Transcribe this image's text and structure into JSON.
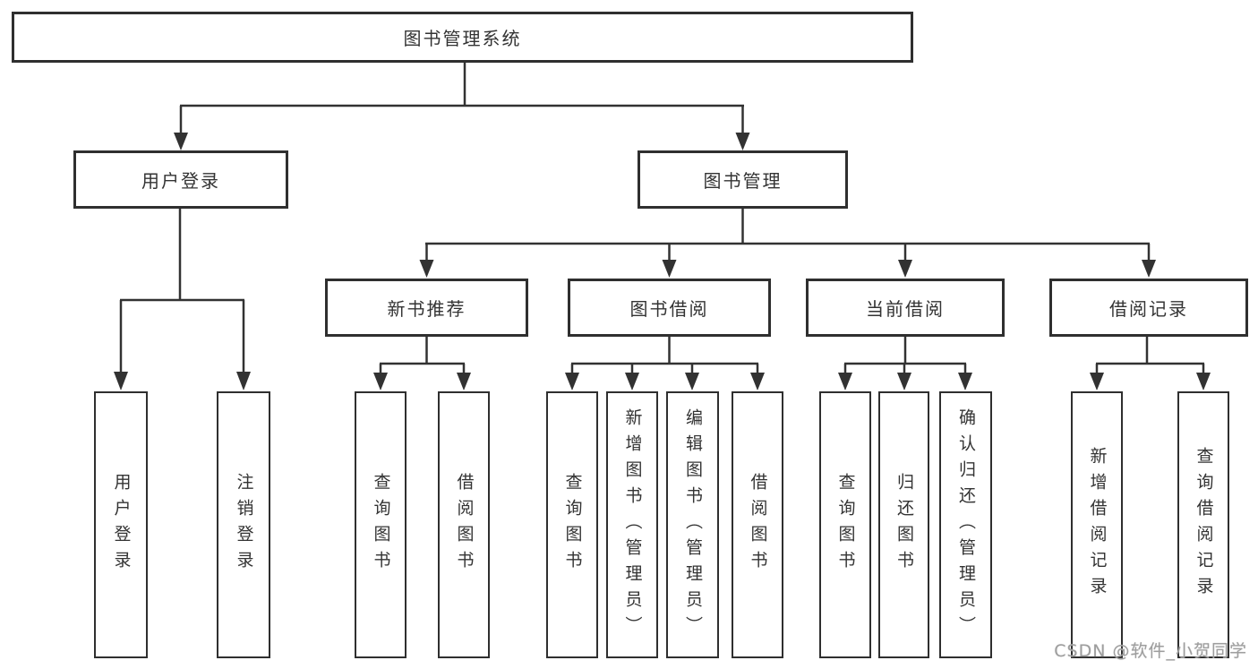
{
  "tree": {
    "label": "图书管理系统",
    "children": [
      {
        "label": "用户登录",
        "children": [
          {
            "label": "用户登录"
          },
          {
            "label": "注销登录"
          }
        ]
      },
      {
        "label": "图书管理",
        "children": [
          {
            "label": "新书推荐",
            "children": [
              {
                "label": "查询图书"
              },
              {
                "label": "借阅图书"
              }
            ]
          },
          {
            "label": "图书借阅",
            "children": [
              {
                "label": "查询图书"
              },
              {
                "label": "新增图书（管理员）"
              },
              {
                "label": "编辑图书（管理员）"
              },
              {
                "label": "借阅图书"
              }
            ]
          },
          {
            "label": "当前借阅",
            "children": [
              {
                "label": "查询图书"
              },
              {
                "label": "归还图书"
              },
              {
                "label": "确认归还（管理员）"
              }
            ]
          },
          {
            "label": "借阅记录",
            "children": [
              {
                "label": "新增借阅记录"
              },
              {
                "label": "查询借阅记录"
              }
            ]
          }
        ]
      }
    ]
  },
  "watermark": {
    "text": "CSDN @软件_小贺同学"
  },
  "colors": {
    "line": "#323232",
    "box_border": "#2f2f2f",
    "box_background": "#ffffff",
    "text": "#333333",
    "watermark": "#9e9e9e"
  }
}
